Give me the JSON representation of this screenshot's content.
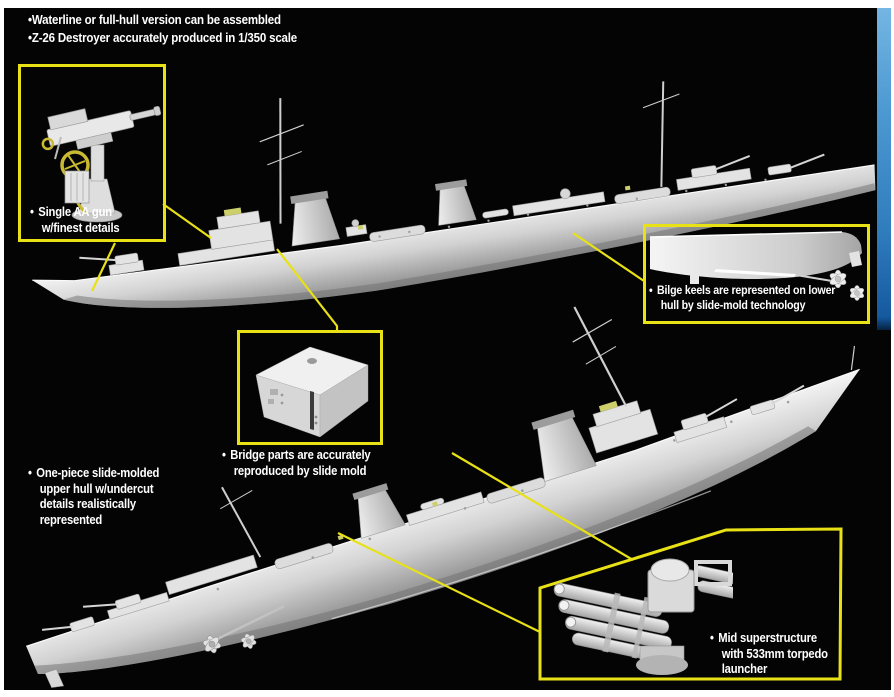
{
  "meta": {
    "bullet": "•"
  },
  "colors": {
    "background": "#040404",
    "frame": "#ffffff",
    "accent_yellow": "#e8e116",
    "text": "#ffffff",
    "blue_strip_top": "#74b6e2",
    "blue_strip_bottom": "#15599f",
    "ship_grey_light": "#f0f0f0",
    "ship_grey_dark": "#8a8a8a",
    "photo_etch_accent": "#cdd06a"
  },
  "header": {
    "features": [
      "Waterline or full-hull version can be assembled",
      "Z-26 Destroyer accurately produced in 1/350 scale"
    ]
  },
  "callouts": {
    "single_aa_gun": {
      "label_lines": [
        "Single AA gun",
        "w/finest details"
      ]
    },
    "bilge_keels": {
      "label_lines": [
        "Bilge keels are represented on lower",
        "hull by slide-mold technology"
      ]
    },
    "bridge_parts": {
      "label_lines": [
        "Bridge parts are accurately",
        "reproduced by slide mold"
      ]
    },
    "upper_hull": {
      "label_lines": [
        "One-piece slide-molded",
        "upper hull w/undercut",
        "details realistically",
        "represented"
      ]
    },
    "torpedo_launcher": {
      "label_lines": [
        "Mid superstructure",
        "with 533mm torpedo",
        "launcher"
      ]
    }
  }
}
